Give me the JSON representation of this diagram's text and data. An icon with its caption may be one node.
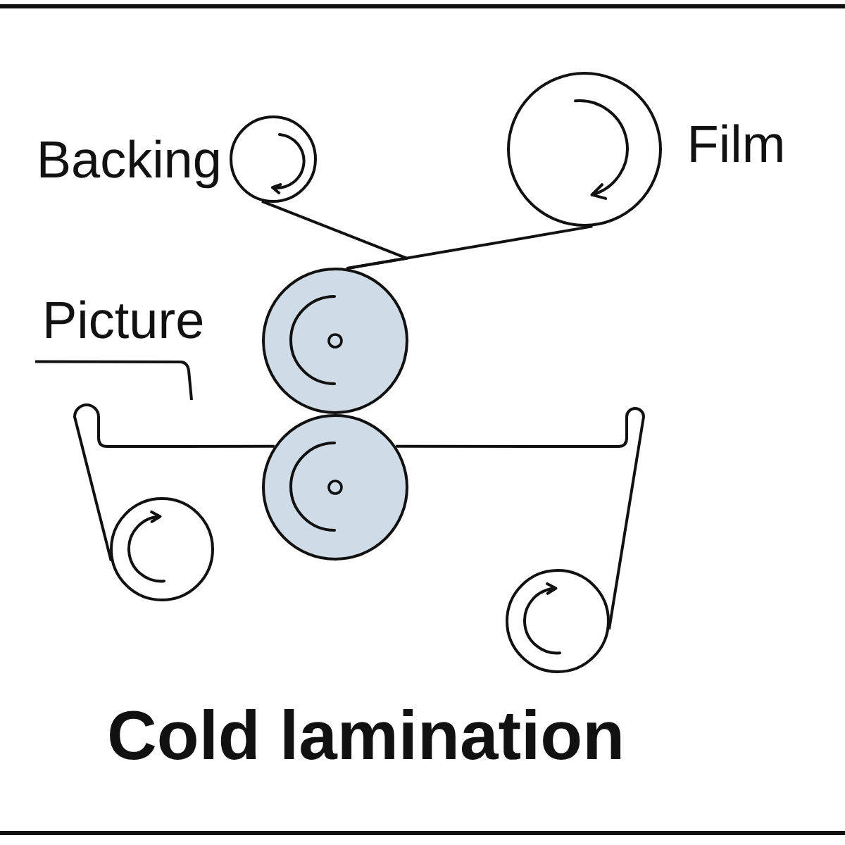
{
  "diagram": {
    "title": "Cold lamination",
    "nodes": [
      {
        "text": [],
        "shape": "circle",
        "beside": [
          "Backing"
        ]
      },
      {
        "text": [],
        "shape": "circle",
        "beside": [
          "Film"
        ]
      },
      {
        "text": [
          "Picture"
        ]
      },
      {
        "text": [],
        "shape": "circle"
      },
      {
        "text": [],
        "shape": "circle"
      },
      {
        "text": [],
        "shape": "circle"
      },
      {
        "text": [],
        "shape": "circle"
      }
    ],
    "edges": [
      {
        "from": 0,
        "to": 3,
        "arrow": "none"
      },
      {
        "from": 1,
        "to": 3,
        "arrow": "none"
      },
      {
        "from": 2,
        "to": null,
        "arrow": "none"
      },
      {
        "from": 5,
        "to": 4,
        "arrow": "none"
      },
      {
        "from": 4,
        "to": 6,
        "arrow": "none"
      }
    ]
  }
}
